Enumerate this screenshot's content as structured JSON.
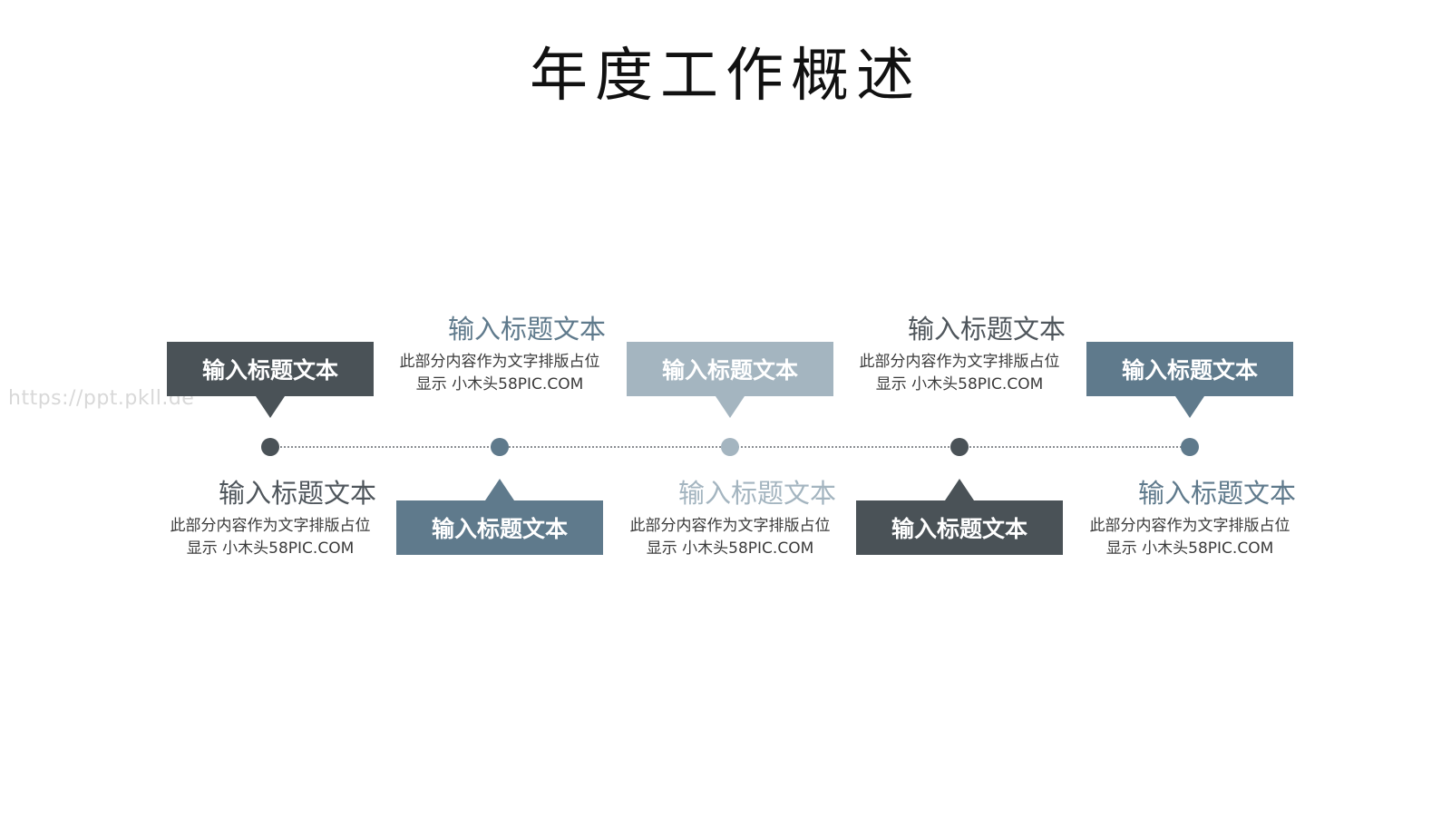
{
  "title": "年度工作概述",
  "watermark": "https://ppt.pkll.de",
  "colors": {
    "dark": "#4a5257",
    "slate": "#5f7a8c",
    "light": "#a4b5c0"
  },
  "nodes": [
    {
      "box_label": "输入标题文本",
      "box_color": "#4a5257",
      "box_position": "top",
      "dot_color": "#4a5257",
      "heading": "输入标题文本",
      "heading_color": "#4f565c",
      "desc_line1": "此部分内容作为文字排版占位",
      "desc_line2": "显示 小木头58PIC.COM"
    },
    {
      "box_label": "输入标题文本",
      "box_color": "#5f7a8c",
      "box_position": "bottom",
      "dot_color": "#5f7a8c",
      "heading": "输入标题文本",
      "heading_color": "#5f7a8c",
      "desc_line1": "此部分内容作为文字排版占位",
      "desc_line2": "显示 小木头58PIC.COM"
    },
    {
      "box_label": "输入标题文本",
      "box_color": "#a4b5c0",
      "box_position": "top",
      "dot_color": "#a4b5c0",
      "heading": "输入标题文本",
      "heading_color": "#a4b5c0",
      "desc_line1": "此部分内容作为文字排版占位",
      "desc_line2": "显示 小木头58PIC.COM"
    },
    {
      "box_label": "输入标题文本",
      "box_color": "#4a5257",
      "box_position": "bottom",
      "dot_color": "#4a5257",
      "heading": "输入标题文本",
      "heading_color": "#4f565c",
      "desc_line1": "此部分内容作为文字排版占位",
      "desc_line2": "显示 小木头58PIC.COM"
    },
    {
      "box_label": "输入标题文本",
      "box_color": "#5f7a8c",
      "box_position": "top",
      "dot_color": "#5f7a8c",
      "heading": "输入标题文本",
      "heading_color": "#5f7a8c",
      "desc_line1": "此部分内容作为文字排版占位",
      "desc_line2": "显示 小木头58PIC.COM"
    }
  ]
}
